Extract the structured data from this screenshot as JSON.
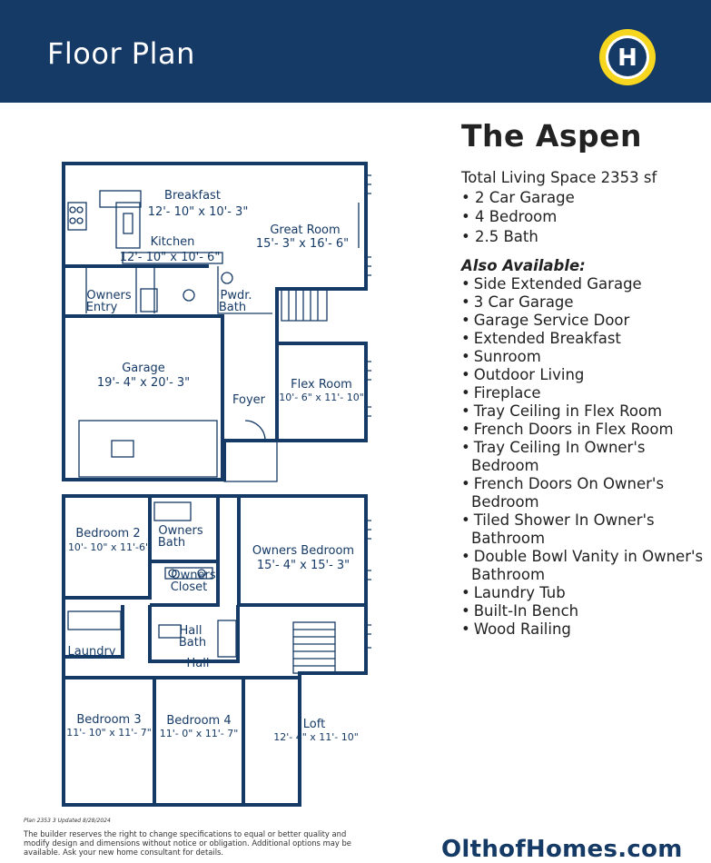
{
  "header": {
    "title": "Floor Plan",
    "logo_letter": "H",
    "colors": {
      "brand_navy": "#163a66",
      "logo_yellow": "#f6d61e"
    }
  },
  "plan": {
    "name": "The Aspen",
    "specs": [
      "Total Living Space 2353 sf",
      "• 2 Car Garage",
      "• 4 Bedroom",
      "• 2.5 Bath"
    ],
    "also_available_title": "Also Available:",
    "options": [
      "Side Extended Garage",
      "3 Car Garage",
      "Garage Service Door",
      "Extended Breakfast",
      "Sunroom",
      "Outdoor Living",
      "Fireplace",
      "Tray Ceiling in Flex Room",
      "French Doors in Flex Room",
      "Tray Ceiling In Owner's Bedroom",
      "French Doors On Owner's Bedroom",
      "Tiled Shower In Owner's Bathroom",
      "Double Bowl Vanity in Owner's Bathroom",
      "Laundry Tub",
      "Built-In Bench",
      "Wood Railing"
    ]
  },
  "rooms": {
    "breakfast": {
      "name": "Breakfast",
      "dims": "12'- 10\" x 10'- 3\""
    },
    "kitchen": {
      "name": "Kitchen",
      "dims": "12'- 10\" x 10'- 6\""
    },
    "great_room": {
      "name": "Great Room",
      "dims": "15'- 3\" x 16'- 6\""
    },
    "owners_entry": {
      "name1": "Owners",
      "name2": "Entry"
    },
    "pwdr_bath": {
      "name1": "Pwdr.",
      "name2": "Bath"
    },
    "garage": {
      "name": "Garage",
      "dims": "19'- 4\" x 20'- 3\""
    },
    "foyer": {
      "name": "Foyer"
    },
    "flex_room": {
      "name": "Flex Room",
      "dims": "10'- 6\" x 11'- 10\""
    },
    "bedroom2": {
      "name": "Bedroom 2",
      "dims": "10'- 10\" x 11'-6\""
    },
    "owners_bath": {
      "name1": "Owners",
      "name2": "Bath"
    },
    "owners_closet": {
      "name1": "Owners",
      "name2": "Closet"
    },
    "owners_bedroom": {
      "name": "Owners Bedroom",
      "dims": "15'- 4\" x 15'- 3\""
    },
    "laundry": {
      "name": "Laundry"
    },
    "hall_bath": {
      "name1": "Hall",
      "name2": "Bath"
    },
    "hall": {
      "name": "Hall"
    },
    "bedroom3": {
      "name": "Bedroom 3",
      "dims": "11'- 10\" x 11'- 7\""
    },
    "bedroom4": {
      "name": "Bedroom 4",
      "dims": "11'- 0\" x 11'- 7\""
    },
    "loft": {
      "name": "Loft",
      "dims": "12'- 4\" x 11'- 10\""
    }
  },
  "footer": {
    "plan_note": "Plan 2353 3 Updated 8/28/2024",
    "disclaimer": "The builder reserves the right to change specifications to equal or better quality and modify design and dimensions without notice or obligation. Additional options may be available. Ask your new home consultant for details.",
    "website": "OlthofHomes.com"
  }
}
